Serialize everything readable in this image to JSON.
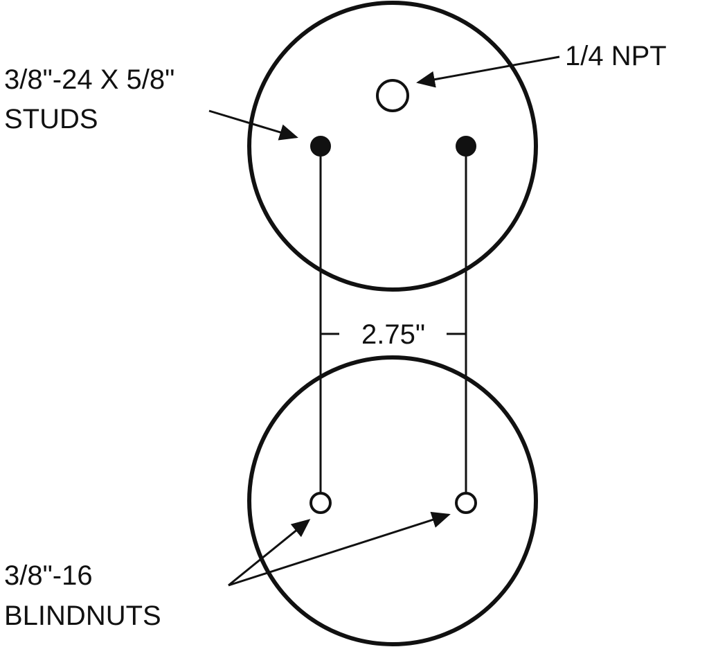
{
  "labels": {
    "npt": "1/4 NPT",
    "studs_line1": "3/8\"-24 X 5/8\"",
    "studs_line2": "STUDS",
    "dimension": "2.75\"",
    "blindnuts_line1": "3/8\"-16",
    "blindnuts_line2": "BLINDNUTS"
  },
  "colors": {
    "ink": "#111111",
    "background": "#ffffff"
  }
}
